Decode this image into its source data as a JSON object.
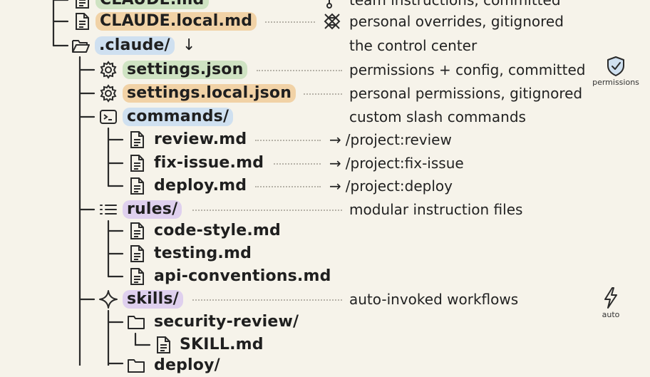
{
  "rows": [
    {
      "name": "CLAUDE.md",
      "desc": "team instructions, committed"
    },
    {
      "name": "CLAUDE.local.md",
      "desc": "personal overrides, gitignored"
    },
    {
      "name": ".claude/",
      "suffix": "↓",
      "desc": "the control center"
    },
    {
      "name": "settings.json",
      "desc": "permissions + config, committed"
    },
    {
      "name": "settings.local.json",
      "desc": "personal permissions, gitignored"
    },
    {
      "name": "commands/",
      "desc": "custom slash commands"
    },
    {
      "name": "review.md",
      "arrow": "→",
      "desc": "/project:review"
    },
    {
      "name": "fix-issue.md",
      "arrow": "→",
      "desc": "/project:fix-issue"
    },
    {
      "name": "deploy.md",
      "arrow": "→",
      "desc": "/project:deploy"
    },
    {
      "name": "rules/",
      "desc": "modular instruction files"
    },
    {
      "name": "code-style.md"
    },
    {
      "name": "testing.md"
    },
    {
      "name": "api-conventions.md"
    },
    {
      "name": "skills/",
      "desc": "auto-invoked workflows"
    },
    {
      "name": "security-review/"
    },
    {
      "name": "SKILL.md"
    },
    {
      "name": "deploy/"
    }
  ],
  "badges": {
    "permissions": {
      "label": "permissions",
      "icon": "shield-check-icon"
    },
    "auto": {
      "label": "auto",
      "icon": "lightning-icon"
    }
  },
  "colors": {
    "green": "#cfe3c3",
    "orange": "#f1d2a6",
    "blue": "#cfe0f0",
    "purple": "#dfd0ee",
    "line": "#2a2a2a"
  }
}
